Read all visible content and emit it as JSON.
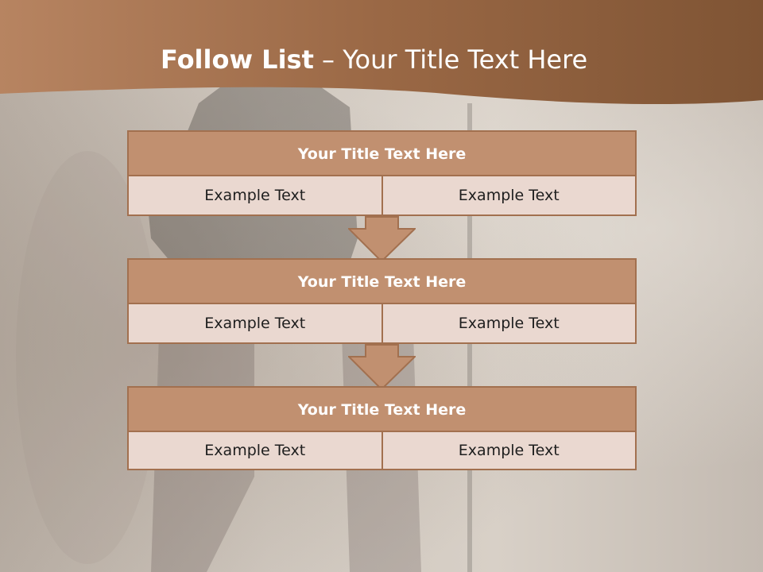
{
  "slide": {
    "title_bold": "Follow List",
    "title_rest": "  – Your Title Text Here"
  },
  "blocks": [
    {
      "title": "Your Title Text Here",
      "left_text": "Example Text",
      "right_text": "Example Text"
    },
    {
      "title": "Your Title Text Here",
      "left_text": "Example Text",
      "right_text": "Example Text"
    },
    {
      "title": "Your Title Text Here",
      "left_text": "Example Text",
      "right_text": "Example Text"
    }
  ],
  "colors": {
    "header_brown": "#8a5a3c",
    "box_header_fill": "#c19070",
    "box_row_fill": "#ead8d0",
    "border": "#a2704f",
    "arrow_fill": "#c19070"
  }
}
